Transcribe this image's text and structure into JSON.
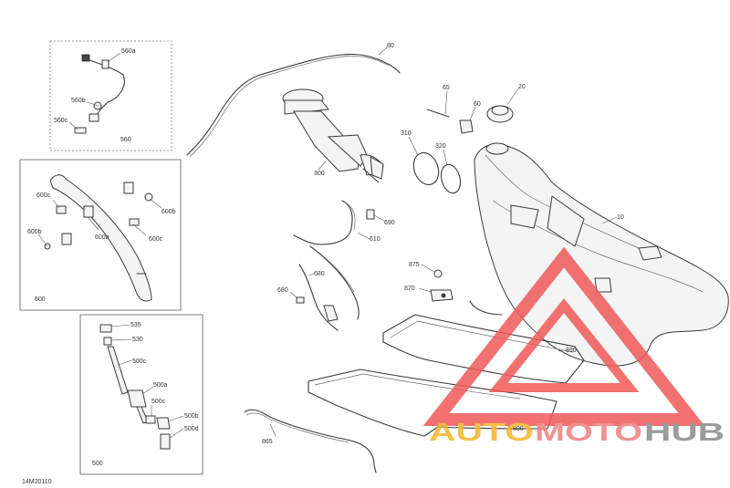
{
  "diagram_code": "14M20110",
  "watermark": {
    "text_part1": "AUTO",
    "text_part2": "MOTO",
    "text_part3": "HUB",
    "color_part1": "#f5b52a",
    "color_part2": "#f08080",
    "color_part3": "#8a8a8a",
    "triangle_color": "#f05a5a"
  },
  "callouts": {
    "p10": "10",
    "p20": "20",
    "p60": "60",
    "p65": "65",
    "p80": "80",
    "p300": "300",
    "p310": "310",
    "p320": "320",
    "p500": "500",
    "p500a": "500a",
    "p500b": "500b",
    "p500c_top": "500c",
    "p500c_mid": "500c",
    "p500d": "500d",
    "p530": "530",
    "p535": "535",
    "p560": "560",
    "p560a": "560a",
    "p560b": "560b",
    "p560c": "560c",
    "p600": "600",
    "p600a": "600a",
    "p600b_left": "600b",
    "p600b_right": "600b",
    "p600c_left": "600c",
    "p600c_right": "600c",
    "p610": "610",
    "p680_a": "680",
    "p680_b": "680",
    "p690": "690",
    "p800": "800",
    "p865": "865",
    "p870": "870",
    "p875": "875",
    "p890": "890"
  }
}
